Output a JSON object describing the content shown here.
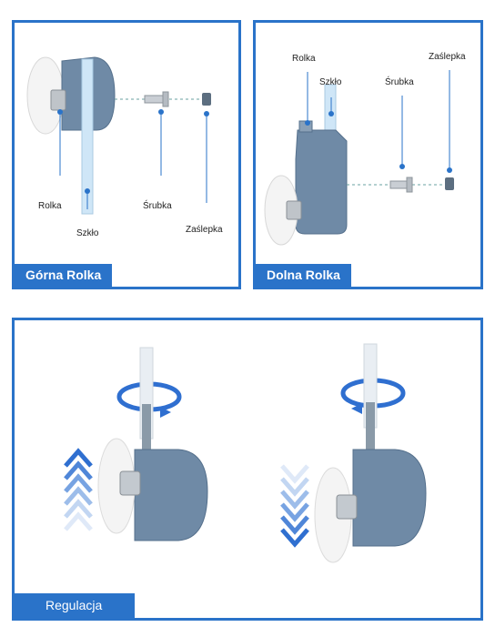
{
  "top_panel": {
    "title": "Górna Rolka",
    "labels": {
      "rolka": "Rolka",
      "szklo": "Szkło",
      "srubka": "Śrubka",
      "zaslepka": "Zaślepka"
    }
  },
  "bottom_panel": {
    "title": "Dolna Rolka",
    "labels": {
      "rolka": "Rolka",
      "szklo": "Szkło",
      "srubka": "Śrubka",
      "zaslepka": "Zaślepka"
    }
  },
  "adjust_panel": {
    "title": "Regulacja"
  },
  "colors": {
    "accent": "#2a73c9",
    "roller_body": "#6f8aa6",
    "glass": "#cfe6f7",
    "wheel": "#f3f3f3"
  }
}
